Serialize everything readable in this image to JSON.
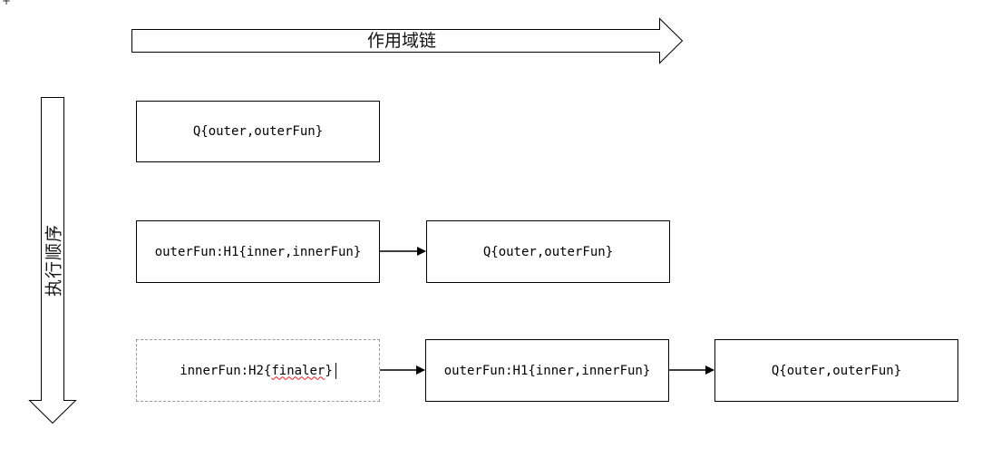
{
  "diagram": {
    "scope_chain_label": "作用域链",
    "execution_order_label": "执行顺序",
    "rows": [
      {
        "boxes": [
          {
            "text": "Q{outer,outerFun}"
          }
        ]
      },
      {
        "boxes": [
          {
            "text": "outerFun:H1{inner,innerFun}"
          },
          {
            "text": "Q{outer,outerFun}"
          }
        ]
      },
      {
        "boxes": [
          {
            "prefix": "innerFun:H2{",
            "misspelled": "finaler",
            "suffix": "}"
          },
          {
            "text": "outerFun:H1{inner,innerFun}"
          },
          {
            "text": "Q{outer,outerFun}"
          }
        ]
      }
    ],
    "connectors": [
      {
        "from": "outerFun:H1{inner,innerFun}",
        "to": "Q{outer,outerFun}"
      },
      {
        "from": "innerFun:H2{finaler}",
        "to": "outerFun:H1{inner,innerFun}"
      },
      {
        "from": "outerFun:H1{inner,innerFun}",
        "to": "Q{outer,outerFun}"
      }
    ]
  }
}
